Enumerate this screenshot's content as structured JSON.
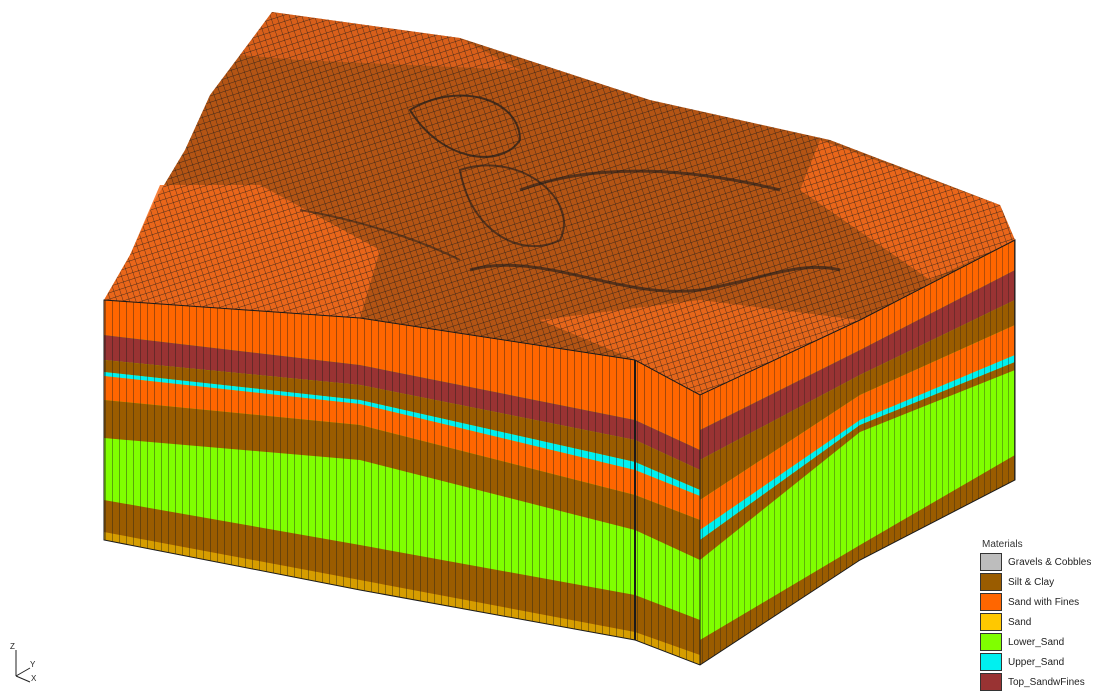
{
  "legend": {
    "title": "Materials",
    "items": [
      {
        "label": "Gravels & Cobbles",
        "color": "#bdbdbd"
      },
      {
        "label": "Silt & Clay",
        "color": "#9a5c00"
      },
      {
        "label": "Sand with Fines",
        "color": "#ff6600"
      },
      {
        "label": "Sand",
        "color": "#ffc800"
      },
      {
        "label": "Lower_Sand",
        "color": "#80ff00"
      },
      {
        "label": "Upper_Sand",
        "color": "#00f0f0"
      },
      {
        "label": "Top_SandwFines",
        "color": "#993333"
      }
    ]
  },
  "axes_triad": {
    "z": "Z",
    "y": "Y",
    "x": "X"
  },
  "model": {
    "top_surface_color": "#b35414",
    "top_surface_light_color": "#f26a1b",
    "grid_line_color": "#1a1a1a"
  }
}
